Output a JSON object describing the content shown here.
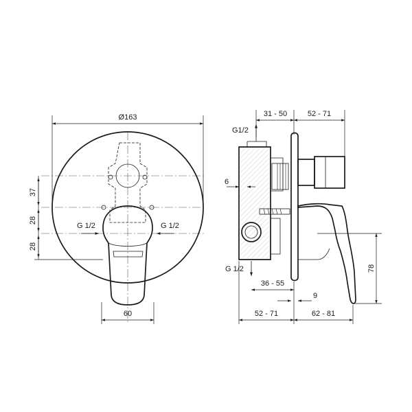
{
  "front_view": {
    "diameter_label": "Ø163",
    "dim_37": "37",
    "dim_28_upper": "28",
    "dim_28_lower": "28",
    "dim_60": "60",
    "inlet_left_label": "G 1/2",
    "inlet_right_label": "G 1/2"
  },
  "side_view": {
    "dim_31_50": "31 - 50",
    "dim_52_71_top": "52 - 71",
    "dim_6": "6",
    "dim_36_55": "36 - 55",
    "dim_9": "9",
    "dim_78": "78",
    "dim_52_71_bottom": "52 - 71",
    "dim_62_81": "62 - 81",
    "outlet_top_label": "G1/2",
    "outlet_bottom_label": "G 1/2"
  }
}
